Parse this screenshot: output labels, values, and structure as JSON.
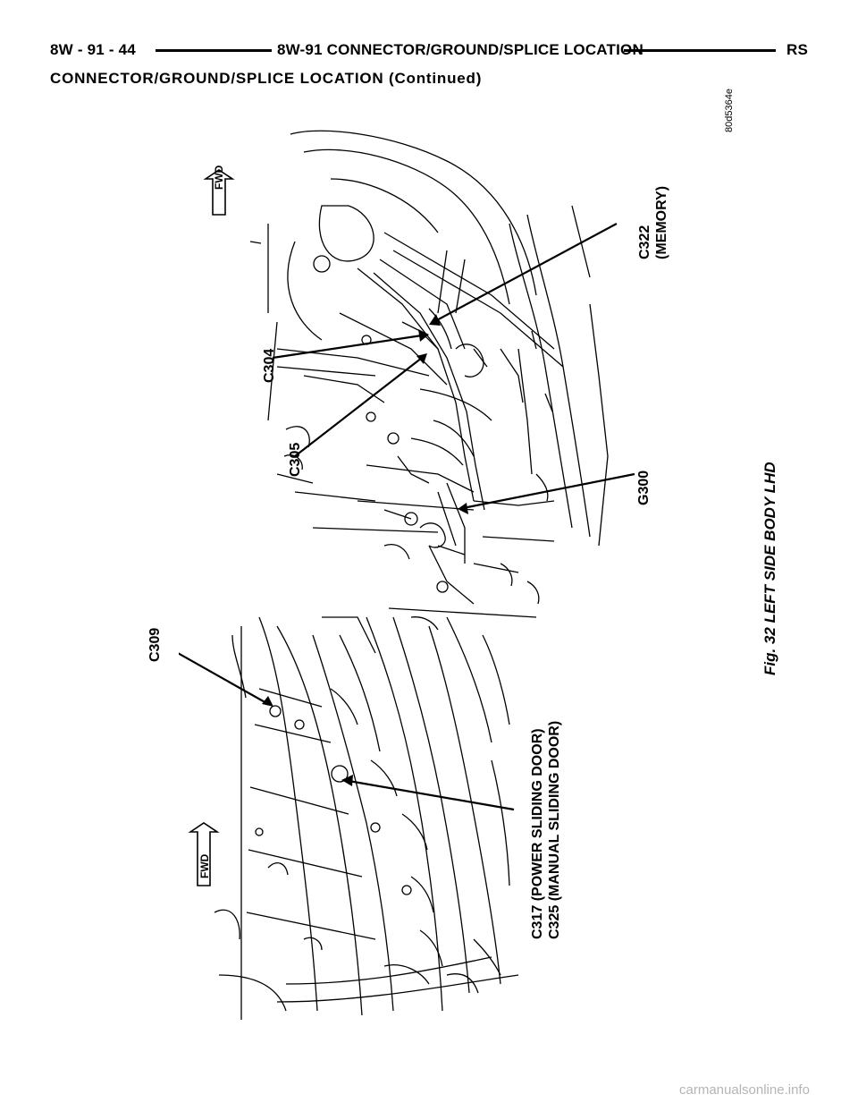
{
  "header": {
    "left": "8W - 91 - 44",
    "center": "8W-91 CONNECTOR/GROUND/SPLICE LOCATION",
    "right": "RS"
  },
  "subtitle": "CONNECTOR/GROUND/SPLICE LOCATION (Continued)",
  "figure": {
    "image_id": "80d5364e",
    "caption": "Fig. 32 LEFT SIDE BODY LHD",
    "fwd": "FWD",
    "labels": {
      "c304": "C304",
      "c305": "C305",
      "g300": "G300",
      "c322_line1": "C322",
      "c322_line2": "(MEMORY)",
      "c309": "C309",
      "c317": "C317 (POWER SLIDING DOOR)",
      "c325": "C325 (MANUAL SLIDING DOOR)"
    }
  },
  "footer": "carmanualsonline.info"
}
